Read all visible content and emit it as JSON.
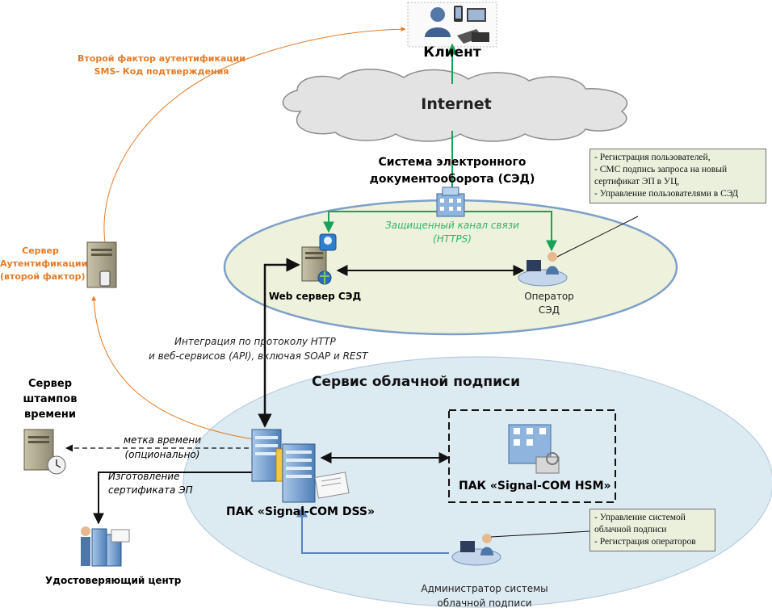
{
  "client": {
    "label": "Клиент"
  },
  "internet": {
    "label": "Internet"
  },
  "sed": {
    "title_line1": "Система электронного",
    "title_line2": "документооборота (СЭД)",
    "channel_line1": "Защищенный канал связи",
    "channel_line2": "(HTTPS)",
    "web_server": "Web сервер СЭД",
    "operator_line1": "Оператор",
    "operator_line2": "СЭД"
  },
  "note_sed": {
    "items": [
      "- Регистрация пользователей,",
      "- СМС подпись запроса на новый сертификат ЭП в УЦ,",
      "- Управление пользователями в СЭД"
    ]
  },
  "auth": {
    "second_factor_line1": "Второй фактор аутентификации",
    "second_factor_line2": "SMS- Код подтверждения",
    "server_line1": "Сервер",
    "server_line2": "Аутентификации",
    "server_line3": "(второй фактор)"
  },
  "integration": {
    "line1": "Интеграция по протоколу HTTP",
    "line2": "и веб-сервисов (API), включая SOAP и REST"
  },
  "cloud_service": {
    "title": "Сервис облачной подписи"
  },
  "tsa": {
    "line1": "Сервер",
    "line2": "штампов",
    "line3": "времени",
    "edge_line1": "метка времени",
    "edge_line2": "(опционально)"
  },
  "cert": {
    "line1": "Изготовление",
    "line2": "сертификата ЭП"
  },
  "dss": {
    "label": "ПАК «Signal-COM DSS»"
  },
  "hsm": {
    "label": "ПАК «Signal-COM HSM»"
  },
  "ca": {
    "label": "Удостоверяющий центр"
  },
  "admin": {
    "line1": "Администратор системы",
    "line2": "облачной подписи"
  },
  "note_admin": {
    "items": [
      "- Управление системой облачной подписи",
      "- Регистрация операторов"
    ]
  },
  "colors": {
    "green": "#19a25a",
    "orange": "#e47b27",
    "blue": "#5b84b8",
    "sed_fill": "#eef2dc",
    "cloud_fill": "#dceaf2",
    "note_fill": "#ebf0dc"
  }
}
